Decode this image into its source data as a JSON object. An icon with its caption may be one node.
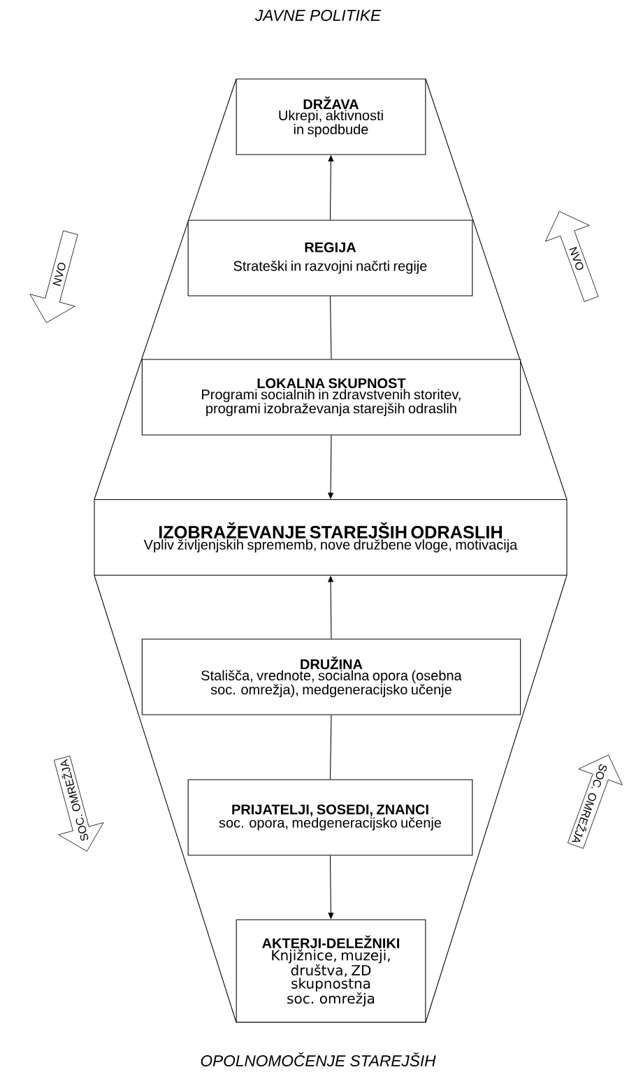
{
  "diagram": {
    "title": "JAVNE POLITIKE",
    "caption": "OPOLNOMOČENJE STAREJŠIH",
    "nodes": [
      {
        "text": [
          "DRŽAVA",
          "Ukrepi, aktivnosti in spodbude"
        ]
      },
      {
        "text": [
          "REGIJA",
          "Strateški in razvojni načrti regije"
        ]
      },
      {
        "text": [
          "LOKALNA SKUPNOST",
          "Programi socialnih in zdravstvenih storitev, programi izobraževanja starejših odraslih"
        ]
      },
      {
        "text": [
          "IZOBRAŽEVANJE STAREJŠIH ODRASLIH",
          "Vpliv življenjskih sprememb, nove družbene vloge, motivacija"
        ]
      },
      {
        "text": [
          "DRUŽINA",
          "Stališča, vrednote, socialna opora (osebna soc. omrežja), medgeneracijsko učenje"
        ]
      },
      {
        "text": [
          "PRIJATELJI, SOSEDI, ZNANCI",
          "soc. opora, medgeneracijsko učenje"
        ]
      },
      {
        "text": [
          "AKTERJI-DELEŽNIKI",
          "Knjižnice, muzeji, društva, ZD skupnostna soc. omrežja"
        ]
      },
      {
        "text": [
          "NVO"
        ]
      },
      {
        "text": [
          "NVO"
        ]
      },
      {
        "text": [
          "SOC. OMREŽJA"
        ]
      },
      {
        "text": [
          "SOC. OMREŽJA"
        ]
      }
    ],
    "edges": [
      {
        "from": 1,
        "to": 0,
        "arrow": "to"
      },
      {
        "from": 1,
        "to": 2,
        "arrow": "none"
      },
      {
        "from": 2,
        "to": 3,
        "arrow": "to"
      },
      {
        "from": 4,
        "to": 3,
        "arrow": "to"
      },
      {
        "from": 4,
        "to": 5,
        "arrow": "none"
      },
      {
        "from": 5,
        "to": 6,
        "arrow": "to"
      }
    ]
  }
}
